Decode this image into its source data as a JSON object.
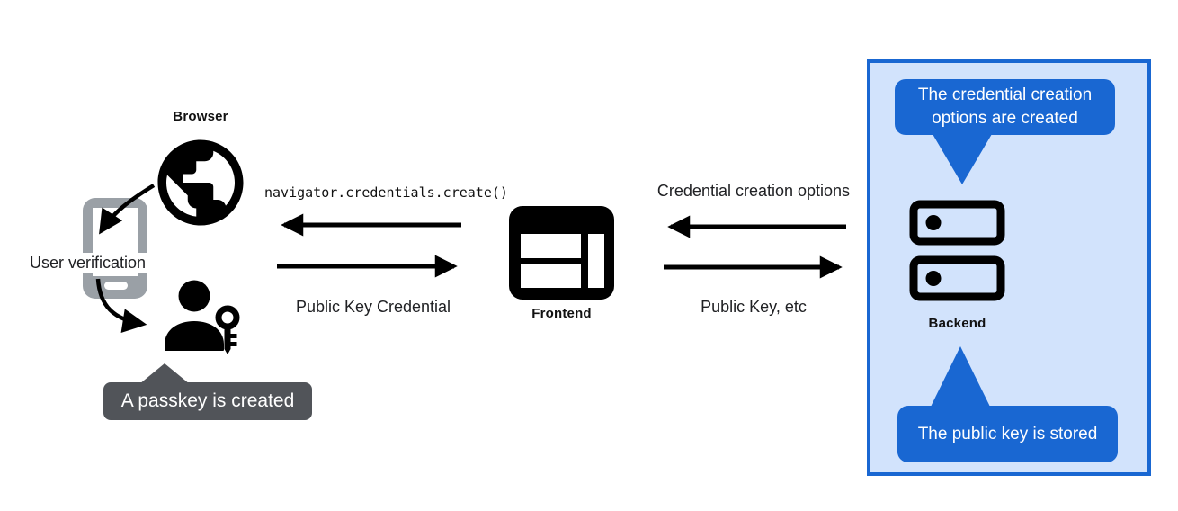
{
  "colors": {
    "accent_blue": "#1967d2",
    "panel_light_blue": "#d2e3fc",
    "panel_border_blue": "#1967d2",
    "tooltip_gray": "#515459",
    "phone_gray": "#9aa0a6",
    "icon_black": "#000000",
    "text_dark": "#202124",
    "text_white": "#ffffff"
  },
  "browser": {
    "label": "Browser"
  },
  "user_verification": {
    "label": "User verification"
  },
  "passkey_tooltip": {
    "text": "A passkey is created"
  },
  "frontend": {
    "label": "Frontend"
  },
  "backend": {
    "label": "Backend"
  },
  "flows": {
    "create_call": "navigator.credentials.create()",
    "public_key_credential": "Public Key Credential",
    "credential_creation_options": "Credential creation options",
    "public_key_etc": "Public Key, etc"
  },
  "backend_callouts": {
    "top": "The credential creation options are created",
    "bottom": "The public key is stored"
  }
}
